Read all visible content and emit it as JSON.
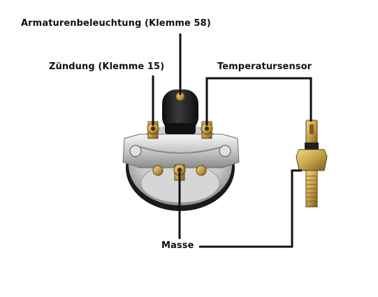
{
  "labels": {
    "illumination": "Armaturenbeleuchtung (Klemme 58)",
    "ignition": "Zündung (Klemme 15)",
    "temperature_sensor": "Temperatursensor",
    "ground": "Masse"
  },
  "colors": {
    "wire": "#111111",
    "brass": "#c9a24a",
    "gauge_body": "#cfcfcf",
    "bezel": "#2a2a2a",
    "rubber_cap": "#1c1c1c"
  }
}
